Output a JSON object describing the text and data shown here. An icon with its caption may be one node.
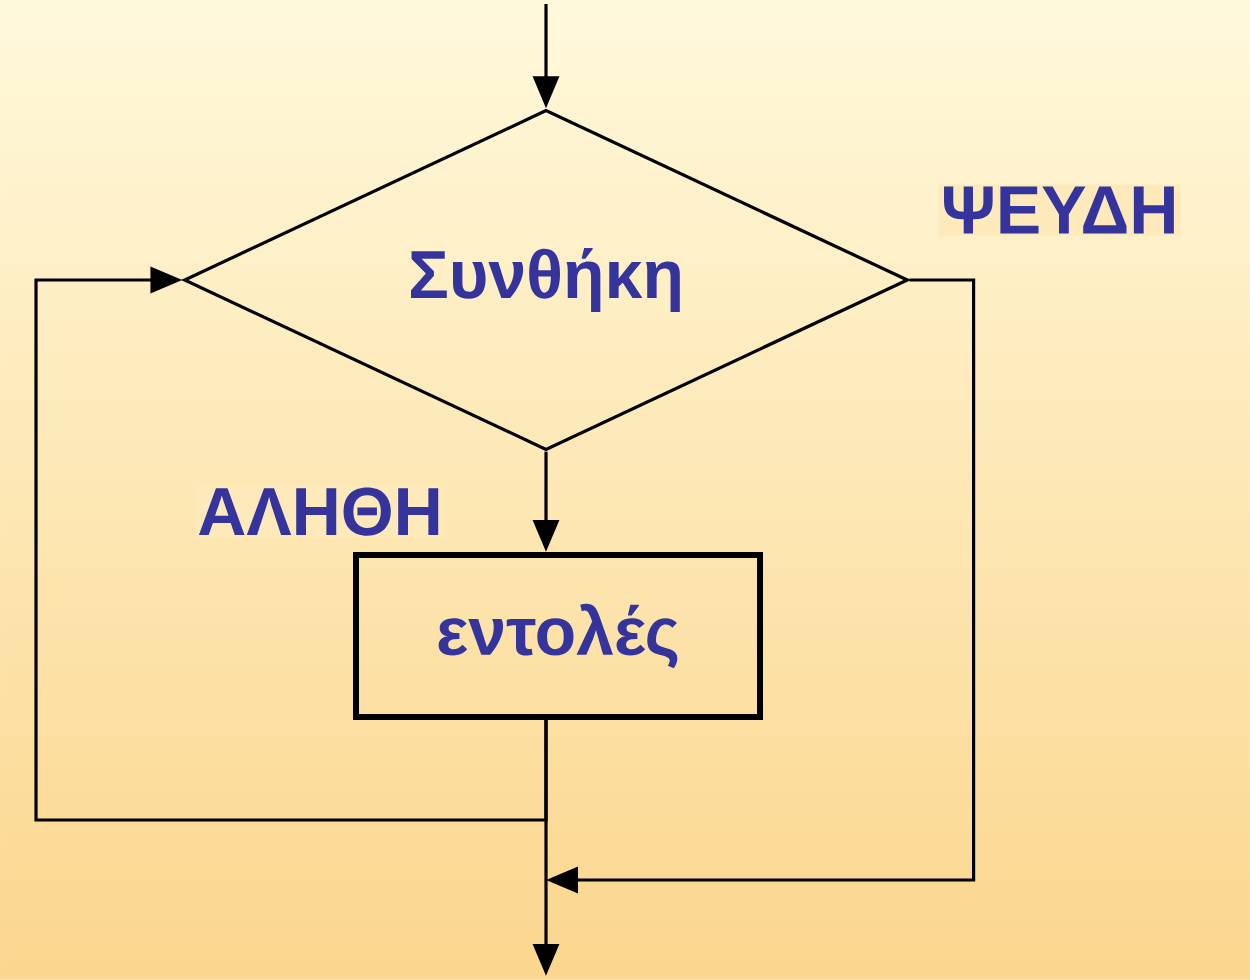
{
  "diagram": {
    "nodes": [
      {
        "text": [
          "Συνθήκη"
        ]
      },
      {
        "text": [
          "εντολές"
        ]
      }
    ],
    "edges": [
      {
        "from": null,
        "to": 0,
        "arrow": "to"
      },
      {
        "from": 0,
        "to": 1,
        "arrow": "to",
        "label": "ΑΛΗΘΗ"
      },
      {
        "from": 1,
        "to": 0,
        "arrow": "to"
      },
      {
        "from": 0,
        "to": null,
        "arrow": "to",
        "label": "ΨΕΥΔΗ"
      },
      {
        "from": 1,
        "to": null,
        "arrow": "to"
      }
    ]
  }
}
